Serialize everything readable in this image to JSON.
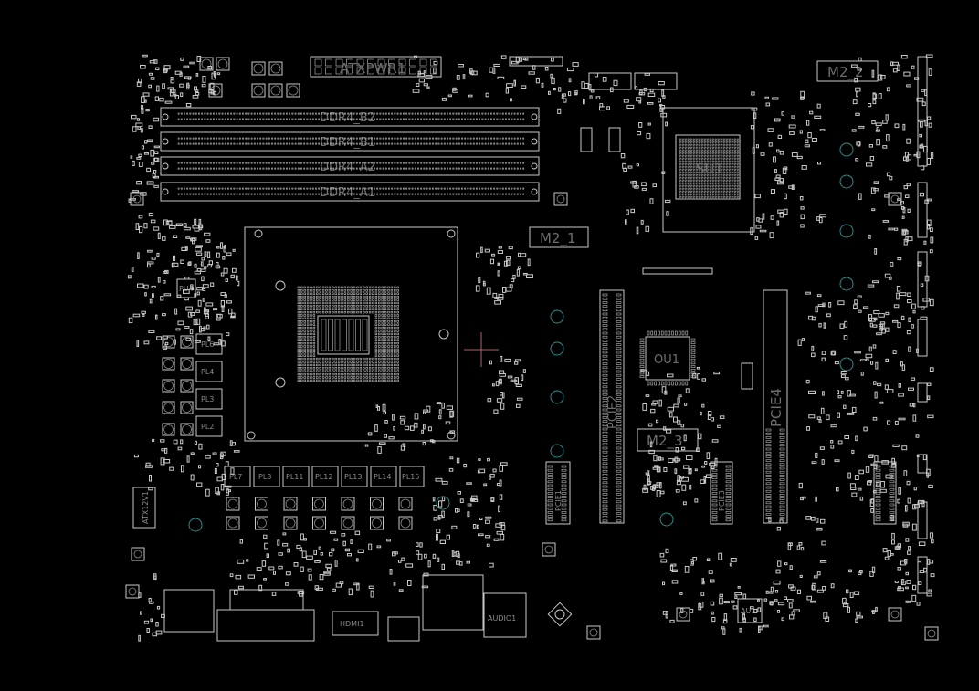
{
  "labels": {
    "atxpwr": "ATXPWR1",
    "ddr_b2": "DDR4_B2",
    "ddr_b1": "DDR4_B1",
    "ddr_a2": "DDR4_A2",
    "ddr_a1": "DDR4_A1",
    "m2_1": "M2_1",
    "m2_2": "M2_2",
    "m2_3": "M2_3",
    "su1": "SU1",
    "ou1": "OU1",
    "au1": "AU1",
    "pcie4": "PCIE4",
    "pcie2": "PCIE2",
    "pcie1": "PCIE1",
    "pcie3": "PCIE3",
    "hdmi": "HDMI1",
    "audio": "AUDIO1",
    "atxcu": "ATX12V1",
    "pl6": "PL6",
    "pl4": "PL4",
    "pl3": "PL3",
    "pl2": "PL2",
    "pl7": "PL7",
    "pl8": "PL8",
    "pl11": "PL11",
    "pl12": "PL12",
    "pl13": "PL13",
    "pl14": "PL14",
    "pl15": "PL15",
    "pu4": "PU4"
  },
  "colors": {
    "background": "#000000",
    "outline": "#c8c8c8",
    "label": "#6d6d6d",
    "via": "#2a8c8c",
    "cursor": "#b06070"
  }
}
